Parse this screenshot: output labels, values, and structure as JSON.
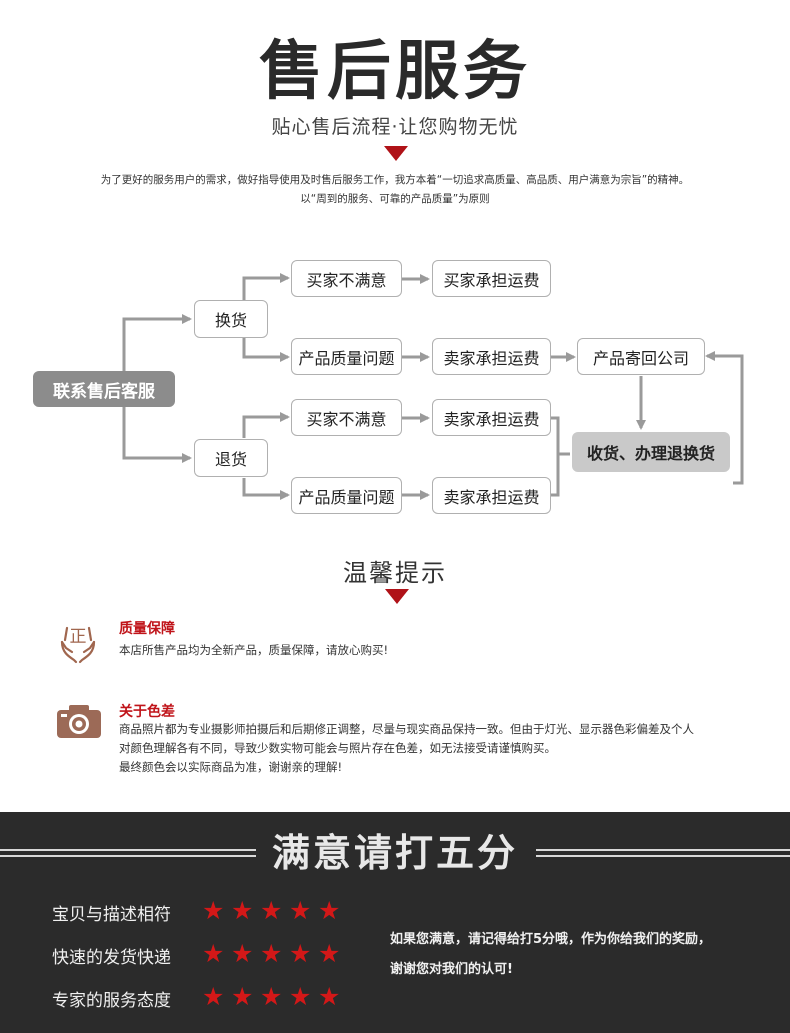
{
  "header": {
    "title": "售后服务",
    "subtitle": "贴心售后流程·让您购物无忧",
    "intro_line1": "为了更好的服务用户的需求，做好指导使用及时售后服务工作，我方本着“一切追求高质量、高品质、用户满意为宗旨”的精神。",
    "intro_line2": "以“周到的服务、可靠的产品质量”为原则"
  },
  "flow": {
    "start": "联系售后客服",
    "exchange": "换货",
    "refund": "退货",
    "ex_buyer_unhappy": "买家不满意",
    "ex_buyer_pays": "买家承担运费",
    "ex_quality_issue": "产品质量问题",
    "ex_seller_pays": "卖家承担运费",
    "rf_buyer_unhappy": "买家不满意",
    "rf_buyer_pays": "卖家承担运费",
    "rf_quality_issue": "产品质量问题",
    "rf_seller_pays": "卖家承担运费",
    "ship_back": "产品寄回公司",
    "receive": "收货、办理退换货"
  },
  "tips": {
    "title": "温馨提示",
    "quality_icon_char": "正",
    "quality_title": "质量保障",
    "quality_body": "本店所售产品均为全新产品，质量保障，请放心购买!",
    "color_title": "关于色差",
    "color_body_1": "商品照片都为专业摄影师拍摄后和后期修正调整，尽量与现实商品保持一致。但由于灯光、显示器色彩偏差及个人",
    "color_body_2": "对颜色理解各有不同，导致少数实物可能会与照片存在色差，如无法接受请谨慎购买。",
    "color_body_3": "最终颜色会以实际商品为准，谢谢亲的理解!"
  },
  "rating": {
    "title": "满意请打五分",
    "items": [
      {
        "label": "宝贝与描述相符",
        "stars": 5
      },
      {
        "label": "快速的发货快递",
        "stars": 5
      },
      {
        "label": "专家的服务态度",
        "stars": 5
      }
    ],
    "thanks_line1": "如果您满意，请记得给打5分哦，作为你给我们的奖励，",
    "thanks_line2": "谢谢您对我们的认可!"
  },
  "colors": {
    "accent_red": "#b01218",
    "star_red": "#d31818",
    "dark_bg": "#2b2b2b",
    "flow_arrow": "#9a9a9a"
  }
}
